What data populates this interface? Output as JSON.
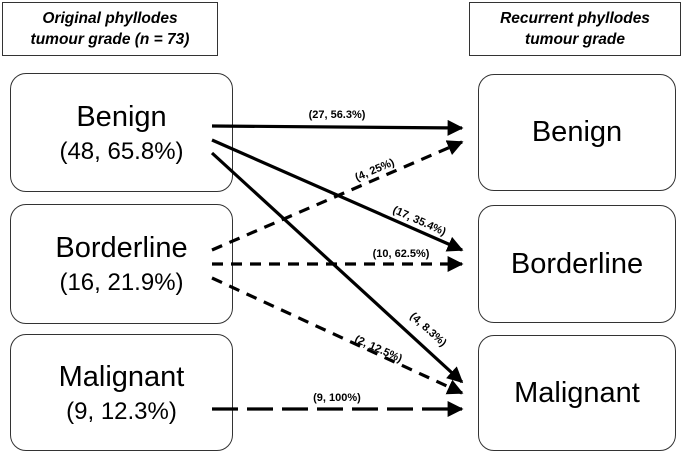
{
  "header_left": {
    "line1": "Original phyllodes",
    "line2": "tumour grade (n = 73)"
  },
  "header_right": {
    "line1": "Recurrent phyllodes",
    "line2": "tumour grade"
  },
  "original_grades": [
    {
      "name": "Benign",
      "stats": "(48, 65.8%)"
    },
    {
      "name": "Borderline",
      "stats": "(16, 21.9%)"
    },
    {
      "name": "Malignant",
      "stats": "(9, 12.3%)"
    }
  ],
  "recurrent_grades": [
    {
      "name": "Benign"
    },
    {
      "name": "Borderline"
    },
    {
      "name": "Malignant"
    }
  ],
  "flows": [
    {
      "from": "Benign",
      "to": "Benign",
      "label": "(27, 56.3%)",
      "style": "solid"
    },
    {
      "from": "Benign",
      "to": "Borderline",
      "label": "(17, 35.4%)",
      "style": "solid"
    },
    {
      "from": "Benign",
      "to": "Malignant",
      "label": "(4, 8.3%)",
      "style": "solid"
    },
    {
      "from": "Borderline",
      "to": "Benign",
      "label": "(4, 25%)",
      "style": "dashed"
    },
    {
      "from": "Borderline",
      "to": "Borderline",
      "label": "(10, 62.5%)",
      "style": "dashed"
    },
    {
      "from": "Borderline",
      "to": "Malignant",
      "label": "(2, 12.5%)",
      "style": "dashed"
    },
    {
      "from": "Malignant",
      "to": "Malignant",
      "label": "(9, 100%)",
      "style": "long-dashed"
    }
  ]
}
